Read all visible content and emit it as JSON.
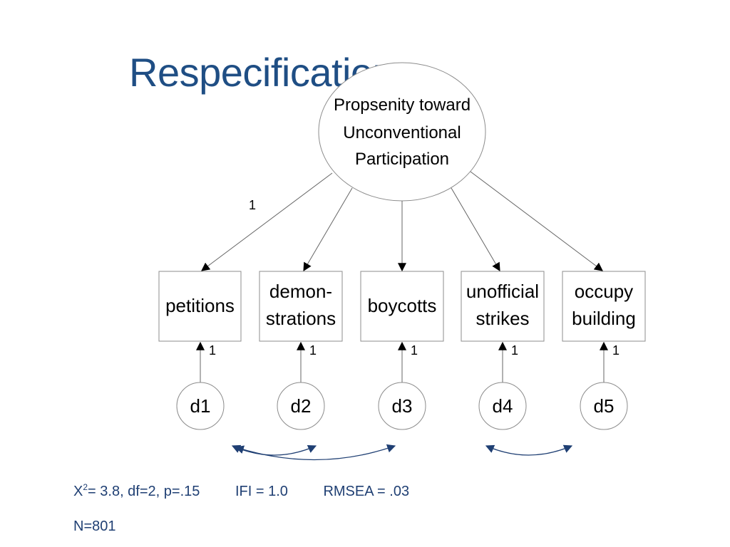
{
  "slide": {
    "title": "Respecification"
  },
  "latent": {
    "lines": [
      "Propsenity toward",
      "Unconventional",
      "Participation"
    ]
  },
  "loading_label": "1",
  "indicators": [
    {
      "id": "petitions",
      "lines": [
        "petitions"
      ]
    },
    {
      "id": "demonstrations",
      "lines": [
        "demon-",
        "strations"
      ]
    },
    {
      "id": "boycotts",
      "lines": [
        "boycotts"
      ]
    },
    {
      "id": "unofficial-strikes",
      "lines": [
        "unofficial",
        "strikes"
      ]
    },
    {
      "id": "occupy-building",
      "lines": [
        "occupy",
        "building"
      ]
    }
  ],
  "errors": [
    {
      "label": "d1",
      "path_label": "1"
    },
    {
      "label": "d2",
      "path_label": "1"
    },
    {
      "label": "d3",
      "path_label": "1"
    },
    {
      "label": "d4",
      "path_label": "1"
    },
    {
      "label": "d5",
      "path_label": "1"
    }
  ],
  "fit": {
    "chi_symbol": "X",
    "chi_sup": "2",
    "chi_rest": " = 3.8, df=2, p=.15",
    "ifi": "IFI = 1.0",
    "rmsea": "RMSEA = .03",
    "n": "N=801"
  },
  "colors": {
    "title": "#1f4e84",
    "stats": "#1f3f73",
    "covariance": "#1f3f73"
  }
}
